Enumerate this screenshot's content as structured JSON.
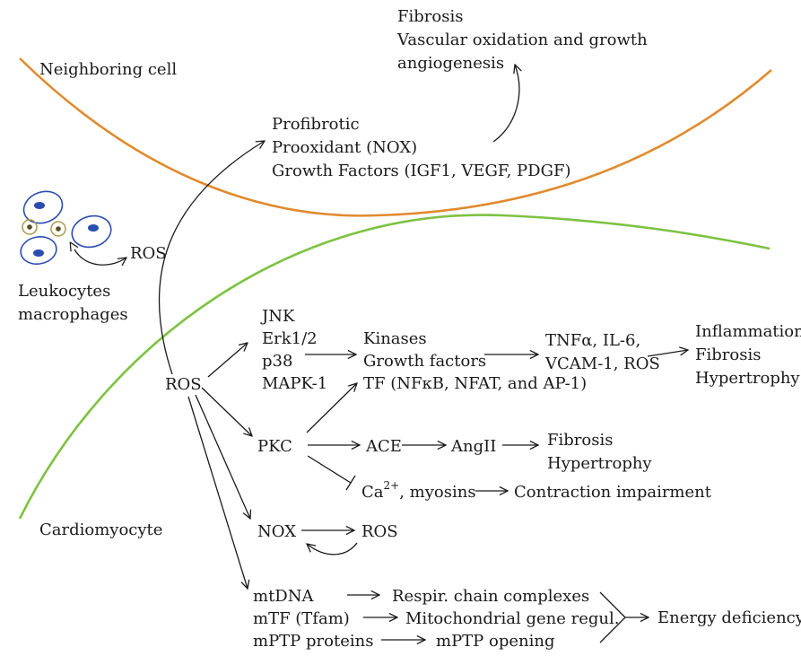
{
  "colors": {
    "neighbor_membrane": "#E08A2E",
    "cardio_membrane": "#7DC242",
    "nucleus": "#2B4DB0",
    "cell_outline": "#2B4DB0",
    "small_cell_outline": "#A89A4A",
    "small_cell_dot": "#5A4A1E",
    "text": "#1a1a1a"
  },
  "labels": {
    "neighboring_cell": "Neighboring cell",
    "cardiomyocyte": "Cardiomyocyte",
    "leukocytes": "Leukocytes",
    "macrophages": "macrophages",
    "ros_leuko": "ROS",
    "ros_center": "ROS"
  },
  "neighbor_outcomes": [
    "Fibrosis",
    "Vascular oxidation and growth",
    "angiogenesis"
  ],
  "neighbor_effects": [
    "Profibrotic",
    "Prooxidant (NOX)",
    "Growth Factors (IGF1, VEGF, PDGF)"
  ],
  "mapk": {
    "kinases": [
      "JNK",
      "Erk1/2",
      "p38",
      "MAPK-1"
    ],
    "mediators": [
      "Kinases",
      "Growth factors"
    ],
    "tf": "TF (NFκB, NFAT, and AP-1)",
    "cytokines": [
      "TNFα, IL-6,",
      "VCAM-1, ROS"
    ],
    "outcomes": [
      "Inflammation",
      "Fibrosis",
      "Hypertrophy"
    ]
  },
  "pkc": {
    "label": "PKC",
    "ace": "ACE",
    "angii": "AngII",
    "outcomes": [
      "Fibrosis",
      "Hypertrophy"
    ],
    "ca": "Ca",
    "ca_sup": "2+",
    "ca_rest": ", myosins",
    "contraction": "Contraction impairment"
  },
  "nox": {
    "label": "NOX",
    "ros": "ROS"
  },
  "mito": {
    "left": [
      "mtDNA",
      "mTF (Tfam)",
      "mPTP proteins"
    ],
    "right": [
      "Respir. chain complexes",
      "Mitochondrial gene regul.",
      "mPTP opening"
    ],
    "outcome": "Energy deficiency"
  }
}
